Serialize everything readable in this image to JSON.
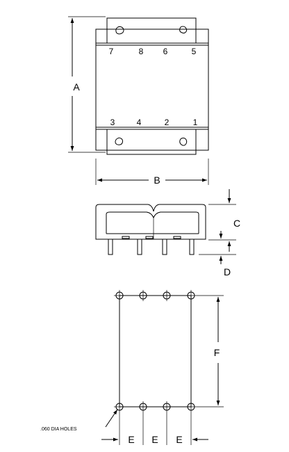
{
  "pin_labels_top": [
    "7",
    "8",
    "6",
    "5"
  ],
  "pin_labels_bottom": [
    "3",
    "4",
    "2",
    "1"
  ],
  "dimensions": {
    "a": "A",
    "b": "B",
    "c": "C",
    "d": "D",
    "e": "E",
    "f": "F"
  },
  "hole_note": ".060 DIA HOLES"
}
